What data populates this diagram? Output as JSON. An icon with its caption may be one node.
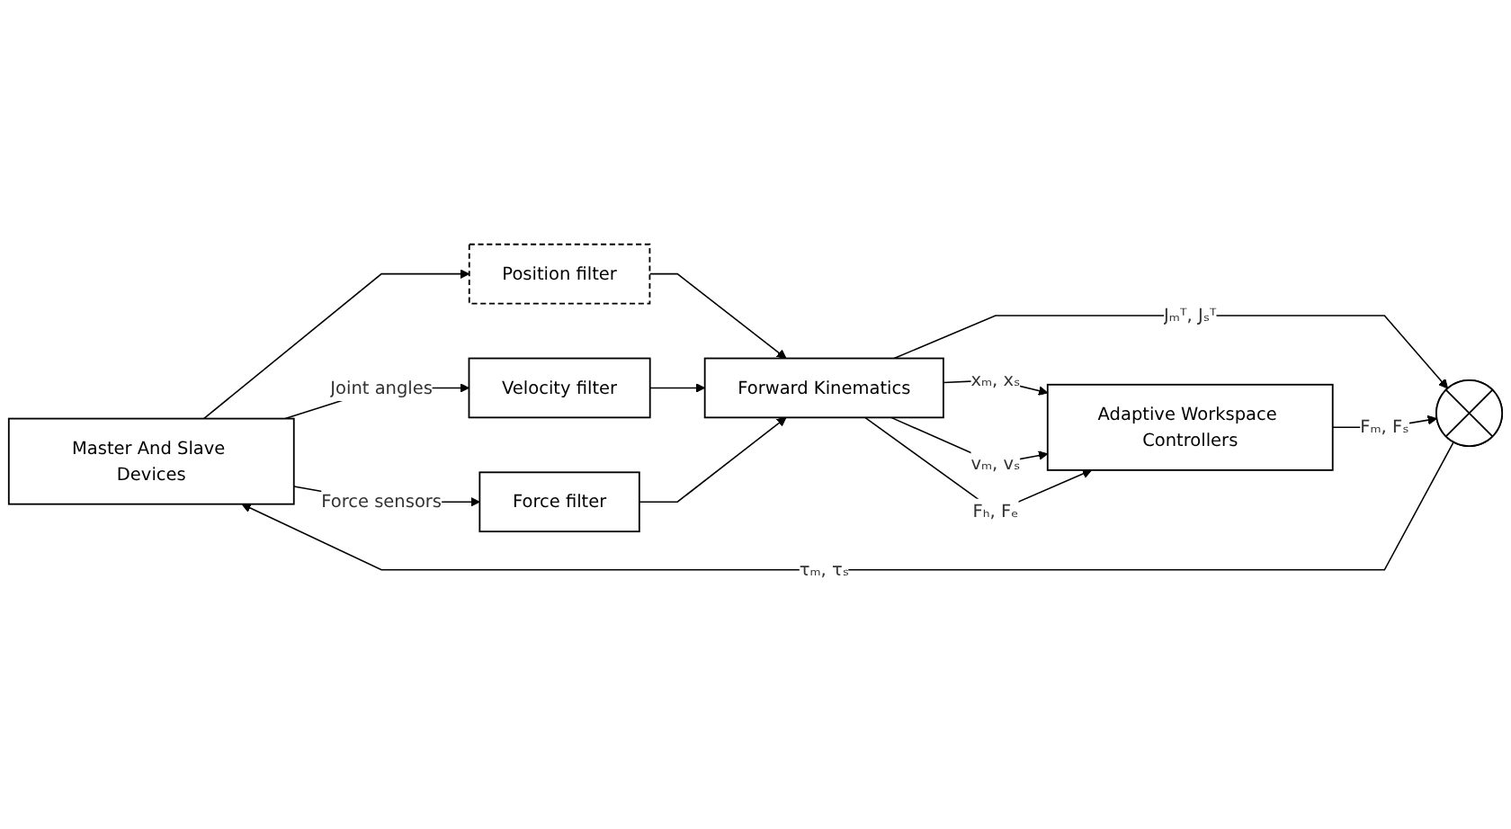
{
  "diagram": {
    "nodes": [
      {
        "text": [
          "Master And Slave Devices"
        ]
      },
      {
        "text": [
          "Position filter"
        ]
      },
      {
        "text": [
          "Velocity filter"
        ]
      },
      {
        "text": [
          "Force filter"
        ]
      },
      {
        "text": [
          "Forward Kinematics"
        ]
      },
      {
        "text": [
          "Adaptive Workspace Controllers"
        ]
      },
      {
        "text": [],
        "shape": "circle"
      }
    ],
    "edges": [
      {
        "from": 0,
        "to": 1,
        "arrow": "to"
      },
      {
        "from": 0,
        "to": 2,
        "arrow": "to",
        "label": "Joint angles"
      },
      {
        "from": 0,
        "to": 3,
        "arrow": "to",
        "label": "Force sensors"
      },
      {
        "from": 1,
        "to": 4,
        "arrow": "to"
      },
      {
        "from": 2,
        "to": 4,
        "arrow": "to"
      },
      {
        "from": 3,
        "to": 4,
        "arrow": "to"
      },
      {
        "from": 4,
        "to": 5,
        "arrow": "to",
        "label": "xₘ, xₛ"
      },
      {
        "from": 4,
        "to": 5,
        "arrow": "to",
        "label": "vₘ, vₛ"
      },
      {
        "from": 4,
        "to": 5,
        "arrow": "to",
        "label": "Fₕ, Fₑ"
      },
      {
        "from": 4,
        "to": 6,
        "arrow": "to",
        "label": "Jₘᵀ, Jₛᵀ"
      },
      {
        "from": 5,
        "to": 6,
        "arrow": "to",
        "label": "Fₘ, Fₛ"
      },
      {
        "from": 6,
        "to": 0,
        "arrow": "to",
        "label": "τₘ, τₛ"
      }
    ]
  }
}
